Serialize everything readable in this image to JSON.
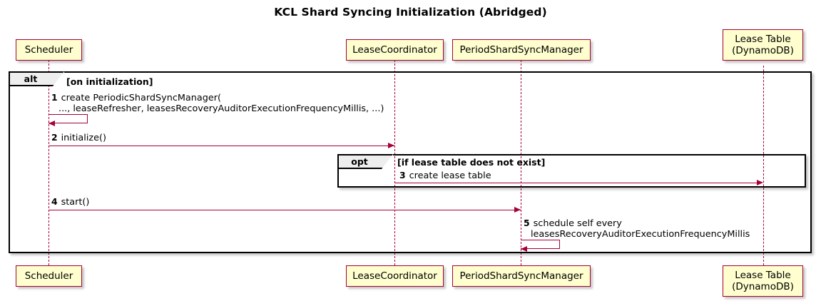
{
  "diagram": {
    "type": "uml-sequence-diagram",
    "title": "KCL Shard Syncing Initialization (Abridged)",
    "colors": {
      "participant_fill": "#FEFECE",
      "participant_border": "#A80036",
      "message_line": "#A80036",
      "fragment_border": "#000000",
      "fragment_tab_fill": "#EEEEEE",
      "background": "#FFFFFF"
    },
    "participants": [
      {
        "id": "scheduler",
        "label_line1": "Scheduler",
        "label_line2": ""
      },
      {
        "id": "lease-coordinator",
        "label_line1": "LeaseCoordinator",
        "label_line2": ""
      },
      {
        "id": "period-shard-sync-manager",
        "label_line1": "PeriodShardSyncManager",
        "label_line2": ""
      },
      {
        "id": "lease-table",
        "label_line1": "Lease Table",
        "label_line2": "(DynamoDB)"
      }
    ],
    "fragments": [
      {
        "id": "alt",
        "operator": "alt",
        "guard": "[on initialization]"
      },
      {
        "id": "opt",
        "operator": "opt",
        "guard": "[if lease table does not exist]"
      }
    ],
    "messages": [
      {
        "number": "1",
        "from": "scheduler",
        "to": "scheduler",
        "kind": "self",
        "text_line1": "create PeriodicShardSyncManager(",
        "text_line2": "..., leaseRefresher, leasesRecoveryAuditorExecutionFrequencyMillis, ...)"
      },
      {
        "number": "2",
        "from": "scheduler",
        "to": "lease-coordinator",
        "kind": "call",
        "text_line1": "initialize()",
        "text_line2": ""
      },
      {
        "number": "3",
        "from": "lease-coordinator",
        "to": "lease-table",
        "kind": "call",
        "text_line1": "create lease table",
        "text_line2": ""
      },
      {
        "number": "4",
        "from": "scheduler",
        "to": "period-shard-sync-manager",
        "kind": "call",
        "text_line1": "start()",
        "text_line2": ""
      },
      {
        "number": "5",
        "from": "period-shard-sync-manager",
        "to": "period-shard-sync-manager",
        "kind": "self",
        "text_line1": "schedule self every",
        "text_line2": "leasesRecoveryAuditorExecutionFrequencyMillis"
      }
    ]
  }
}
